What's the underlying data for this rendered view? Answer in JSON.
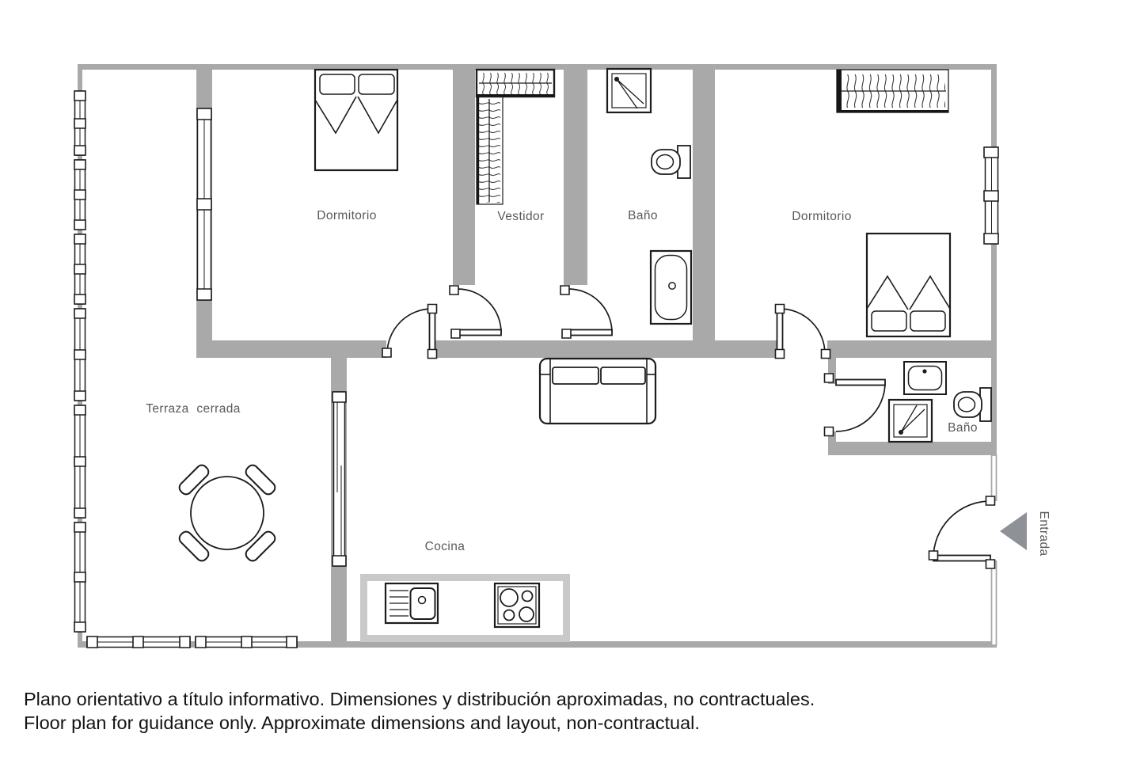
{
  "rooms": [
    {
      "id": "dormitorio-left",
      "label": "Dormitorio"
    },
    {
      "id": "vestidor",
      "label": "Vestidor"
    },
    {
      "id": "bano-top",
      "label": "Baño"
    },
    {
      "id": "dormitorio-right",
      "label": "Dormitorio"
    },
    {
      "id": "terraza",
      "label": "Terraza cerrada"
    },
    {
      "id": "cocina",
      "label": "Cocina"
    },
    {
      "id": "bano-bottom",
      "label": "Baño"
    },
    {
      "id": "entrada",
      "label": "Entrada"
    }
  ],
  "furniture_icons": [
    "double-bed-icon",
    "closet-rail-icon",
    "wardrobe-icon",
    "shower-icon",
    "toilet-icon",
    "bathtub-icon",
    "washbasin-icon",
    "sofa-icon",
    "round-table-icon",
    "chair-icon",
    "kitchen-sink-icon",
    "cooktop-icon",
    "entrance-arrow-icon",
    "window-icon",
    "door-swing-icon"
  ],
  "colors": {
    "wall": "#a9a9a9",
    "outline": "#1c1c1c",
    "label_text": "#595959",
    "counter_border": "#c9c9c9",
    "entrance_arrow": "#8e9196",
    "background": "#ffffff"
  },
  "disclaimer": {
    "line1": "Plano orientativo a título informativo. Dimensiones y distribución aproximadas, no contractuales.",
    "line2": "Floor plan for guidance only. Approximate dimensions and layout, non-contractual."
  }
}
